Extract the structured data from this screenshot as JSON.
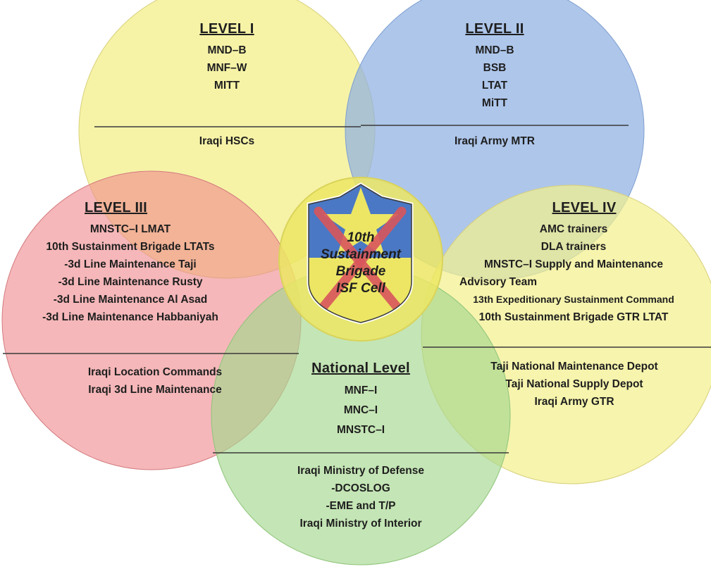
{
  "level1": {
    "title": "LEVEL I",
    "top": [
      "MND–B",
      "MNF–W",
      "MITT"
    ],
    "bottom": [
      "Iraqi HSCs"
    ]
  },
  "level2": {
    "title": "LEVEL II",
    "top": [
      "MND–B",
      "BSB",
      "LTAT",
      "MiTT"
    ],
    "bottom": [
      "Iraqi Army MTR"
    ]
  },
  "level3": {
    "title": "LEVEL III",
    "top": [
      "MNSTC–I LMAT",
      "10th Sustainment Brigade LTATs",
      "-3d Line Maintenance Taji",
      "-3d Line Maintenance Rusty",
      "-3d Line Maintenance Al Asad",
      "-3d Line Maintenance Habbaniyah"
    ],
    "bottom": [
      "Iraqi Location Commands",
      "Iraqi 3d Line Maintenance"
    ]
  },
  "level4": {
    "title": "LEVEL IV",
    "top": [
      "AMC trainers",
      "DLA trainers",
      "MNSTC–I Supply and Maintenance",
      "Advisory Team",
      "13th Expeditionary Sustainment Command",
      "10th Sustainment Brigade GTR LTAT"
    ],
    "bottom": [
      "Taji National Maintenance Depot",
      "Taji National Supply Depot",
      "Iraqi Army GTR"
    ]
  },
  "national": {
    "title": "National Level",
    "top": [
      "MNF–I",
      "MNC–I",
      "MNSTC–I"
    ],
    "bottom": [
      "Iraqi Ministry of Defense",
      "-DCOSLOG",
      "-EME and T/P",
      "Iraqi Ministry of Interior"
    ]
  },
  "center": {
    "lines": [
      "10th",
      "Sustainment",
      "Brigade",
      "ISF Cell"
    ]
  },
  "colors": {
    "yellow": "#f3f08e",
    "blue": "#8fb0e2",
    "red": "#ef8a8e",
    "green": "#a6d88e",
    "center": "#ece664",
    "patch_blue": "#4a78c4",
    "patch_x": "#d9565c",
    "divider": "#3a3a3a"
  }
}
